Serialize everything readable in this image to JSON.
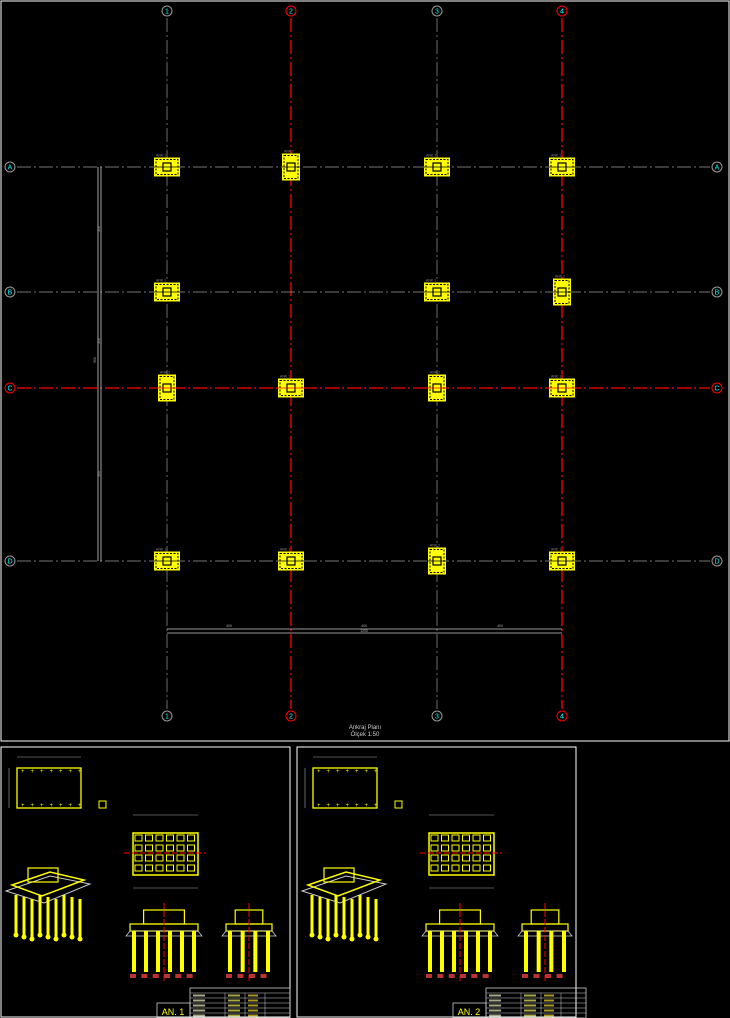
{
  "plan": {
    "title": "Ankraj Planı",
    "scale": "Ölçek 1:50",
    "grid_columns": [
      "1",
      "2",
      "3",
      "4"
    ],
    "grid_rows": [
      "A",
      "B",
      "C",
      "D"
    ],
    "pad_labels": [
      "ANK.1",
      "ANK.2",
      "ANK.1",
      "ANK.1",
      "ANK.1",
      "ANK.1",
      "ANK.2",
      "ANK.2",
      "ANK.1",
      "ANK.2",
      "ANK.1",
      "ANK.1",
      "ANK.1",
      "ANK.2",
      "ANK.1"
    ],
    "dim_bottom": [
      "400",
      "400",
      "400"
    ],
    "dim_bottom_total": "1200",
    "dim_left": [
      "300",
      "300",
      "300"
    ],
    "dim_left_total": "900"
  },
  "sheets": [
    {
      "label": "AN. 1"
    },
    {
      "label": "AN. 2"
    }
  ],
  "colors": {
    "background": "#000000",
    "frame": "#ffffff",
    "anchor": "#ffff00",
    "axis_red": "#ff0000",
    "axis_gray": "#9a9a9a",
    "bubble_text": "#00ffff"
  }
}
